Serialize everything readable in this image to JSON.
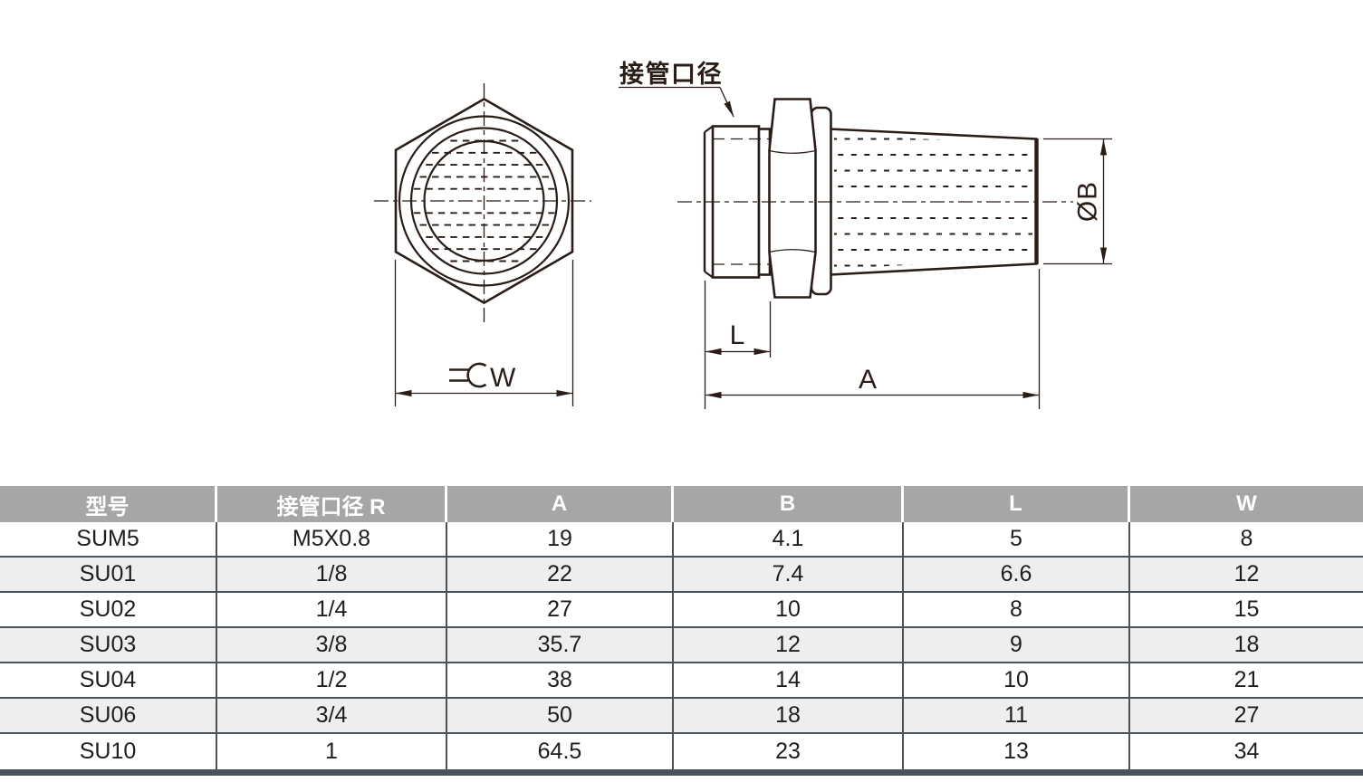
{
  "drawing": {
    "port_label": "接管口径",
    "dim_w": "W",
    "dim_l": "L",
    "dim_a": "A",
    "dim_b": "ØB"
  },
  "table": {
    "headers": [
      "型号",
      "接管口径 R",
      "A",
      "B",
      "L",
      "W"
    ],
    "rows": [
      [
        "SUM5",
        "M5X0.8",
        "19",
        "4.1",
        "5",
        "8"
      ],
      [
        "SU01",
        "1/8",
        "22",
        "7.4",
        "6.6",
        "12"
      ],
      [
        "SU02",
        "1/4",
        "27",
        "10",
        "8",
        "15"
      ],
      [
        "SU03",
        "3/8",
        "35.7",
        "12",
        "9",
        "18"
      ],
      [
        "SU04",
        "1/2",
        "38",
        "14",
        "10",
        "21"
      ],
      [
        "SU06",
        "3/4",
        "50",
        "18",
        "11",
        "27"
      ],
      [
        "SU10",
        "1",
        "64.5",
        "23",
        "13",
        "34"
      ]
    ]
  },
  "colors": {
    "header_bg": "#a6a6a6",
    "header_text": "#ffffff",
    "row_alt_bg": "#eeeeef",
    "table_border": "#4a525a",
    "line_ink": "#2a1d18"
  }
}
